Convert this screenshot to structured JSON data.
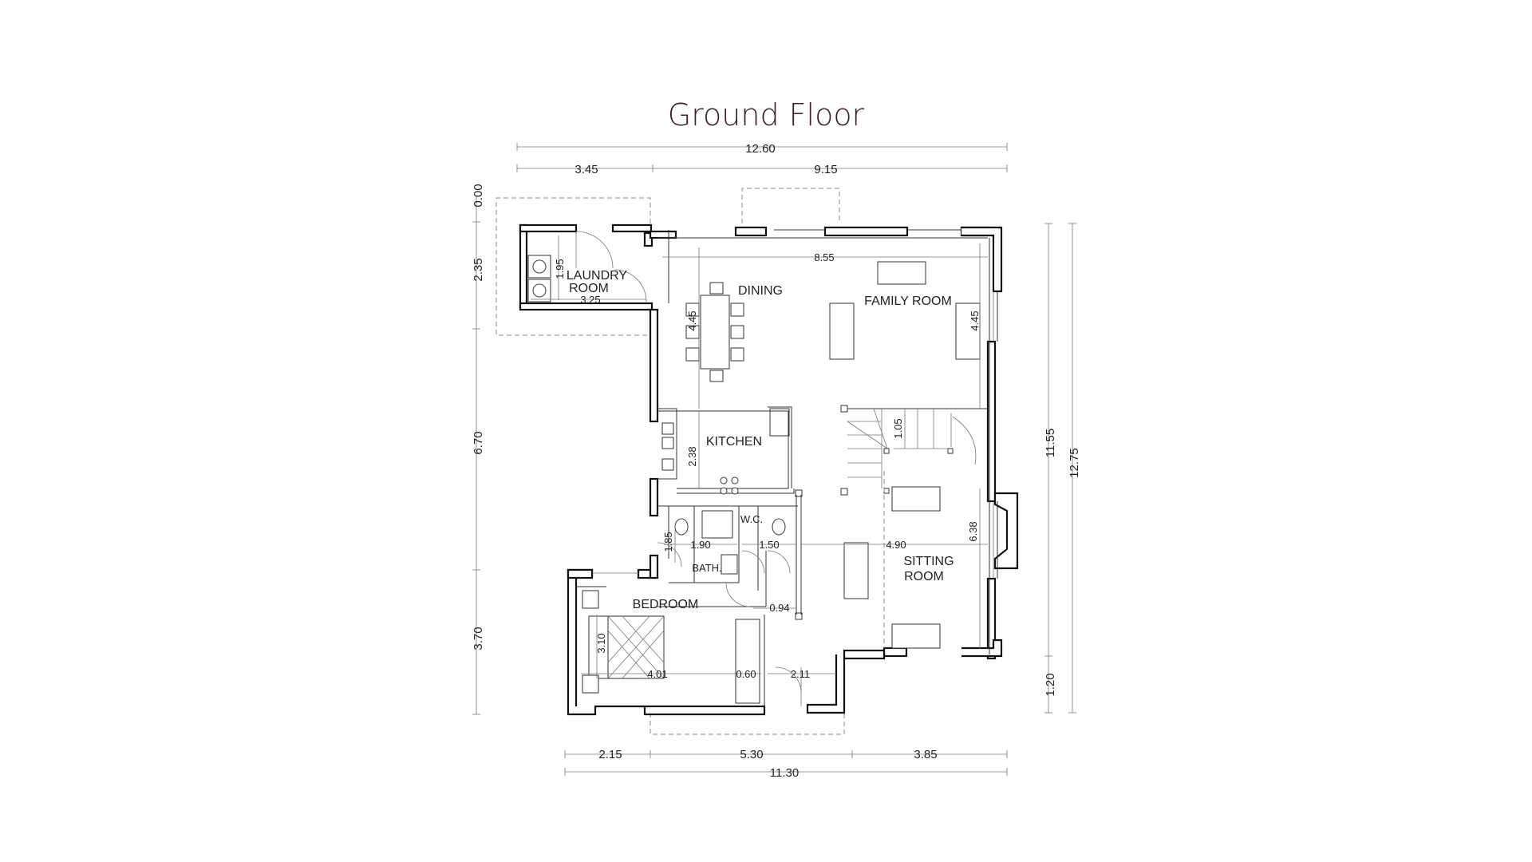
{
  "title": "Ground Floor",
  "rooms": {
    "laundry_line1": "LAUNDRY",
    "laundry_line2": "ROOM",
    "dining": "DINING",
    "family": "FAMILY ROOM",
    "kitchen": "KITCHEN",
    "wc": "W.C.",
    "bath": "BATH.",
    "bedroom": "BEDROOM",
    "sitting_line1": "SITTING",
    "sitting_line2": "ROOM"
  },
  "top_dims": {
    "total": "12.60",
    "left": "3.45",
    "right": "9.15"
  },
  "bottom_dims": {
    "left": "2.15",
    "middle": "5.30",
    "right": "3.85",
    "total": "11.30"
  },
  "left_dims": {
    "d0": "0.00",
    "d1": "2.35",
    "d2": "6.70",
    "d3": "3.70"
  },
  "right_dims": {
    "d1": "11.55",
    "d2": "12.75",
    "d3": "1.20"
  },
  "inner_dims": {
    "laundry_h": "1.95",
    "laundry_w": "3.25",
    "family_w": "8.55",
    "dining_h": "4.45",
    "family_h": "4.45",
    "stair": "1.05",
    "kitchen_h": "2.38",
    "bath_h": "1.85",
    "bath_w": "1.90",
    "wc_w": "1.50",
    "sitting_w": "4.90",
    "sitting_h": "6.38",
    "hall": "0.94",
    "bedroom_h": "3.10",
    "bedroom_w": "4.01",
    "closet": "0.60",
    "entry": "2.11"
  },
  "colors": {
    "title": "#3d1f2b",
    "wall": "#111111",
    "line": "#333333"
  }
}
